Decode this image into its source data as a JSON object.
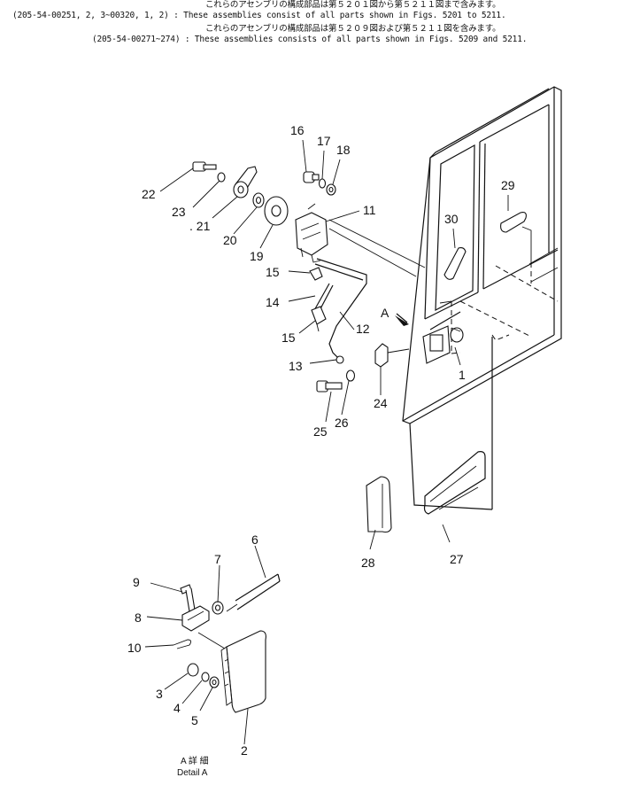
{
  "header": {
    "line1_jp": "これらのアセンブリの構成部品は第５２０１図から第５２１１図まで含みます。",
    "line2": "(205-54-00251, 2, 3~00320, 1, 2) : These assemblies consist of all parts shown in Figs. 5201 to 5211.",
    "line3_jp": "これらのアセンブリの構成部品は第５２０９図および第５２１１図を含みます。",
    "line4": "(205-54-00271~274) : These assemblies consists of all parts shown in Figs. 5209 and 5211."
  },
  "view_marker": "A",
  "detail_caption": {
    "jp": "A 詳 細",
    "en": "Detail A"
  },
  "callouts": {
    "c1": "1",
    "c2": "2",
    "c3": "3",
    "c4": "4",
    "c5": "5",
    "c6": "6",
    "c7": "7",
    "c8": "8",
    "c9": "9",
    "c10": "10",
    "c11": "11",
    "c12": "12",
    "c13": "13",
    "c14": "14",
    "c15a": "15",
    "c15b": "15",
    "c16": "16",
    "c17": "17",
    "c18": "18",
    "c19": "19",
    "c20": "20",
    "c21": ". 21",
    "c22": "22",
    "c23": "23",
    "c24": "24",
    "c25": "25",
    "c26": "26",
    "c27": "27",
    "c28": "28",
    "c29": "29",
    "c30": "30"
  }
}
